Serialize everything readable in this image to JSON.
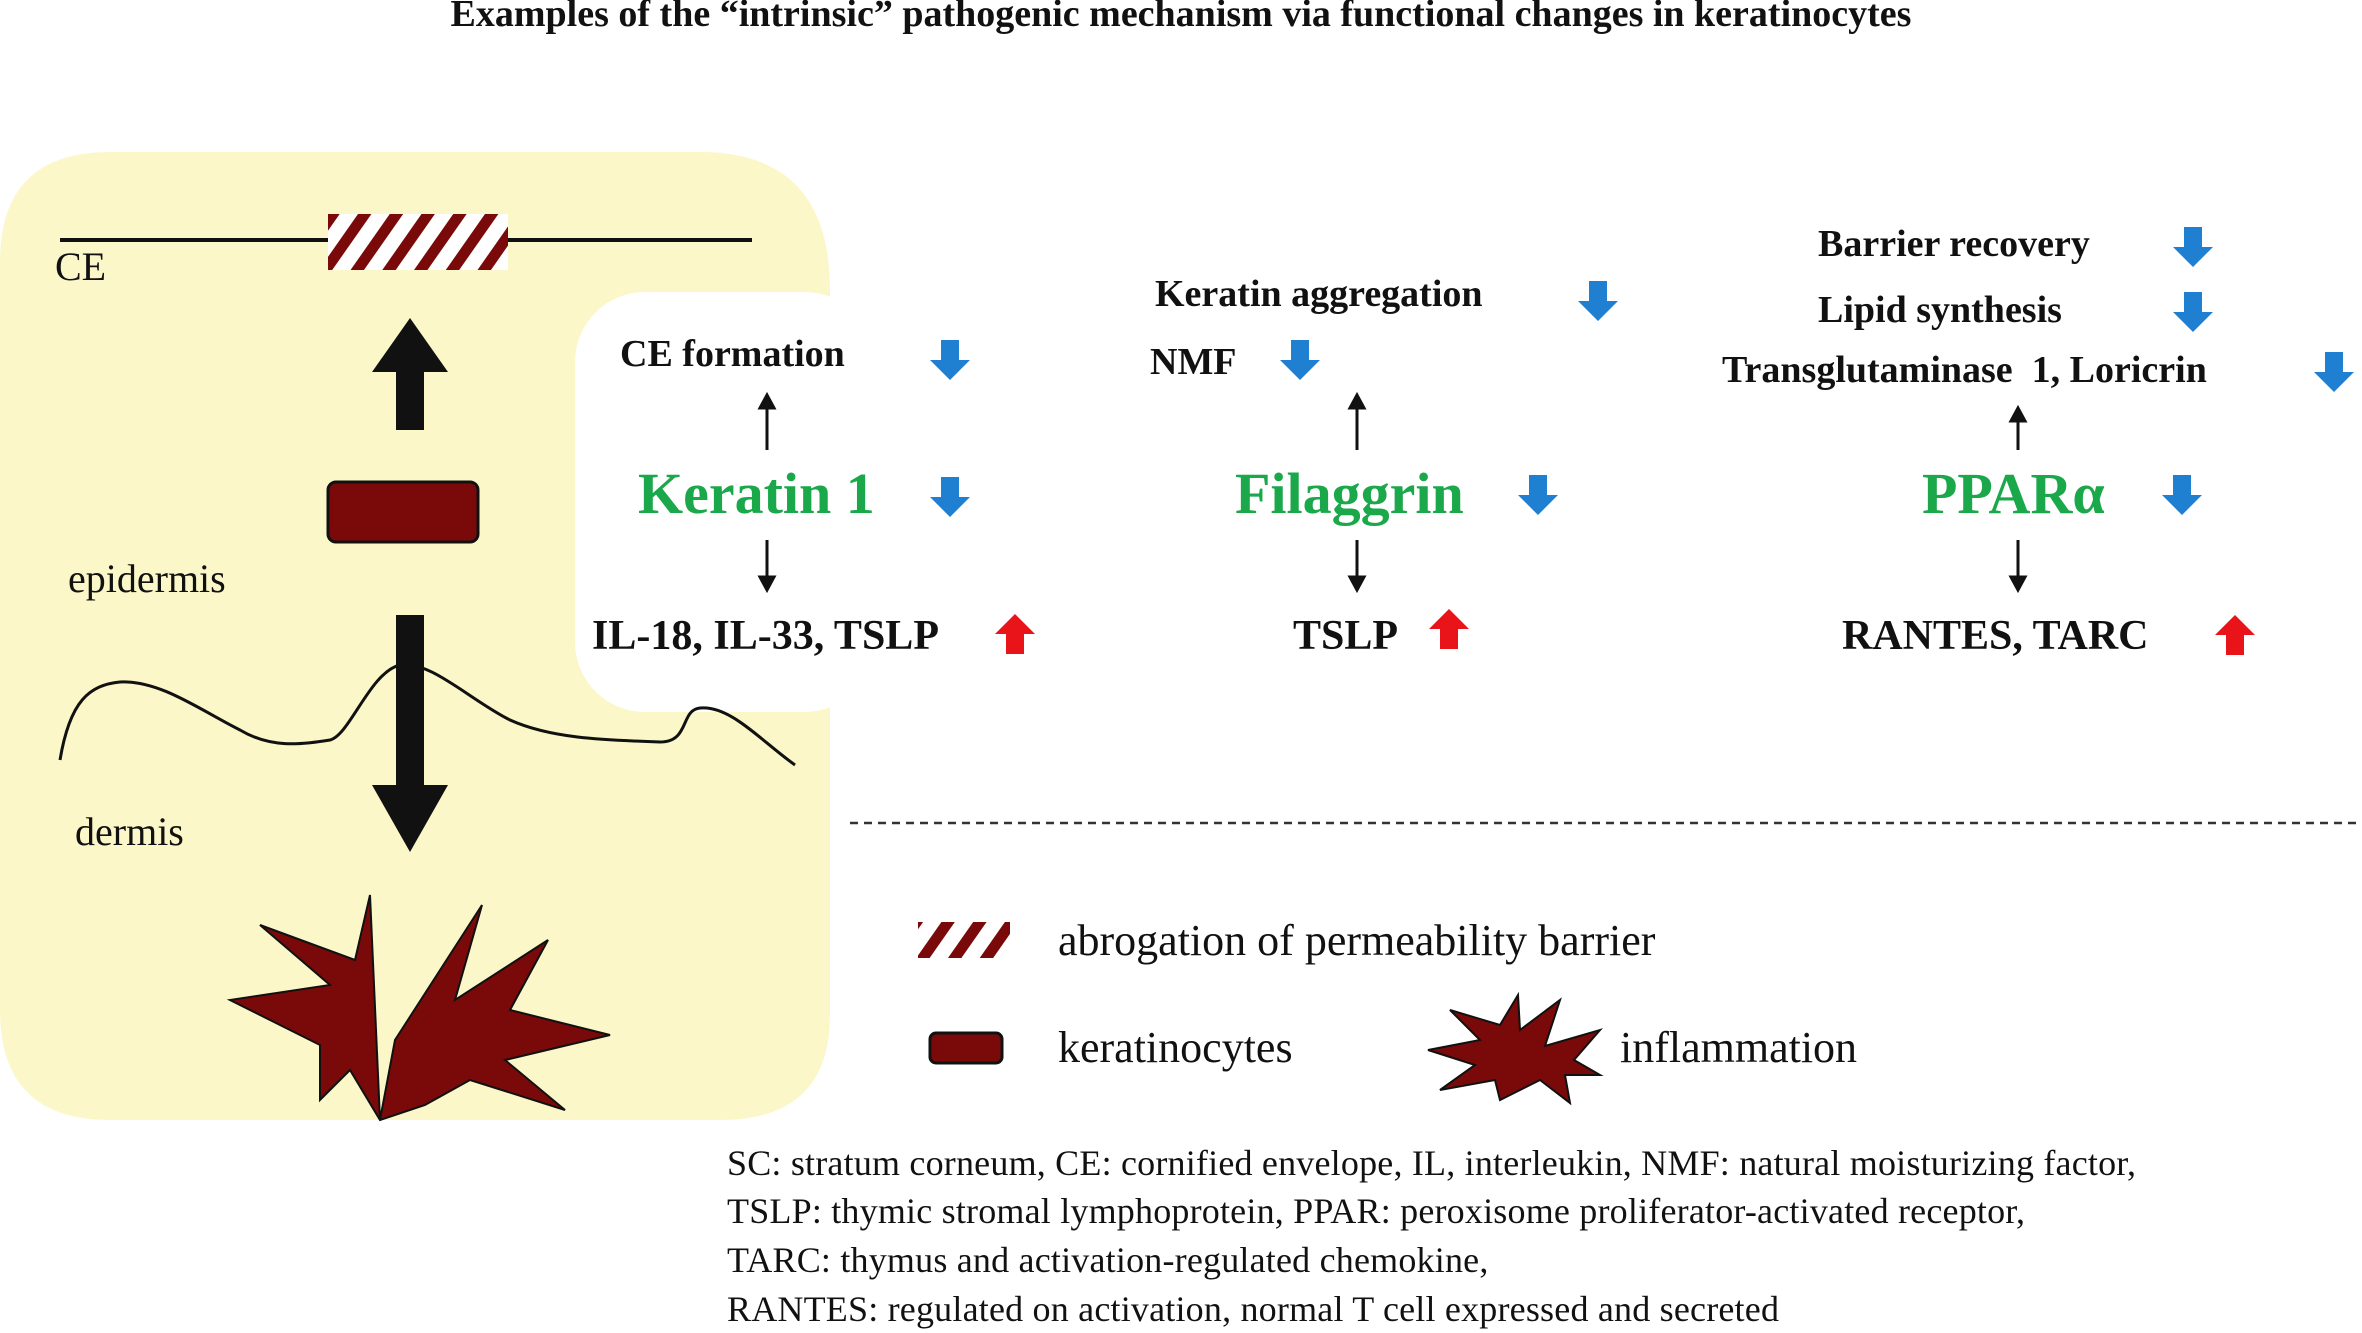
{
  "title": "Examples of the “intrinsic” pathogenic mechanism via functional changes in keratinocytes",
  "skin_panel": {
    "ce_label": "CE",
    "epidermis_label": "epidermis",
    "dermis_label": "dermis"
  },
  "keratin": {
    "name": "Keratin 1",
    "up_effect": "CE formation",
    "down_effect": "IL-18, IL-33, TSLP"
  },
  "filaggrin": {
    "name": "Filaggrin",
    "up_effects": [
      "Keratin aggregation",
      "NMF"
    ],
    "down_effect": "TSLP"
  },
  "ppar": {
    "name": "PPARα",
    "up_effects": [
      "Barrier recovery",
      "Lipid synthesis",
      "Transglutaminase  1, Loricrin"
    ],
    "down_effect": "RANTES, TARC"
  },
  "legend": {
    "barrier": "abrogation of permeability barrier",
    "keratinocytes": "keratinocytes",
    "inflammation": "inflammation"
  },
  "footnote": [
    "SC: stratum corneum, CE: cornified envelope, IL, interleukin, NMF: natural moisturizing factor,",
    "TSLP: thymic stromal lymphoprotein, PPAR: peroxisome proliferator-activated receptor,",
    "TARC: thymus and activation-regulated chemokine,",
    "RANTES: regulated on activation, normal T cell expressed and secreted"
  ],
  "colors": {
    "panel": "#fbf7c8",
    "dark_red": "#7a0a0a",
    "green": "#1aa84a",
    "blue_arrow": "#1f7fd0",
    "red_arrow": "#e8141a"
  }
}
